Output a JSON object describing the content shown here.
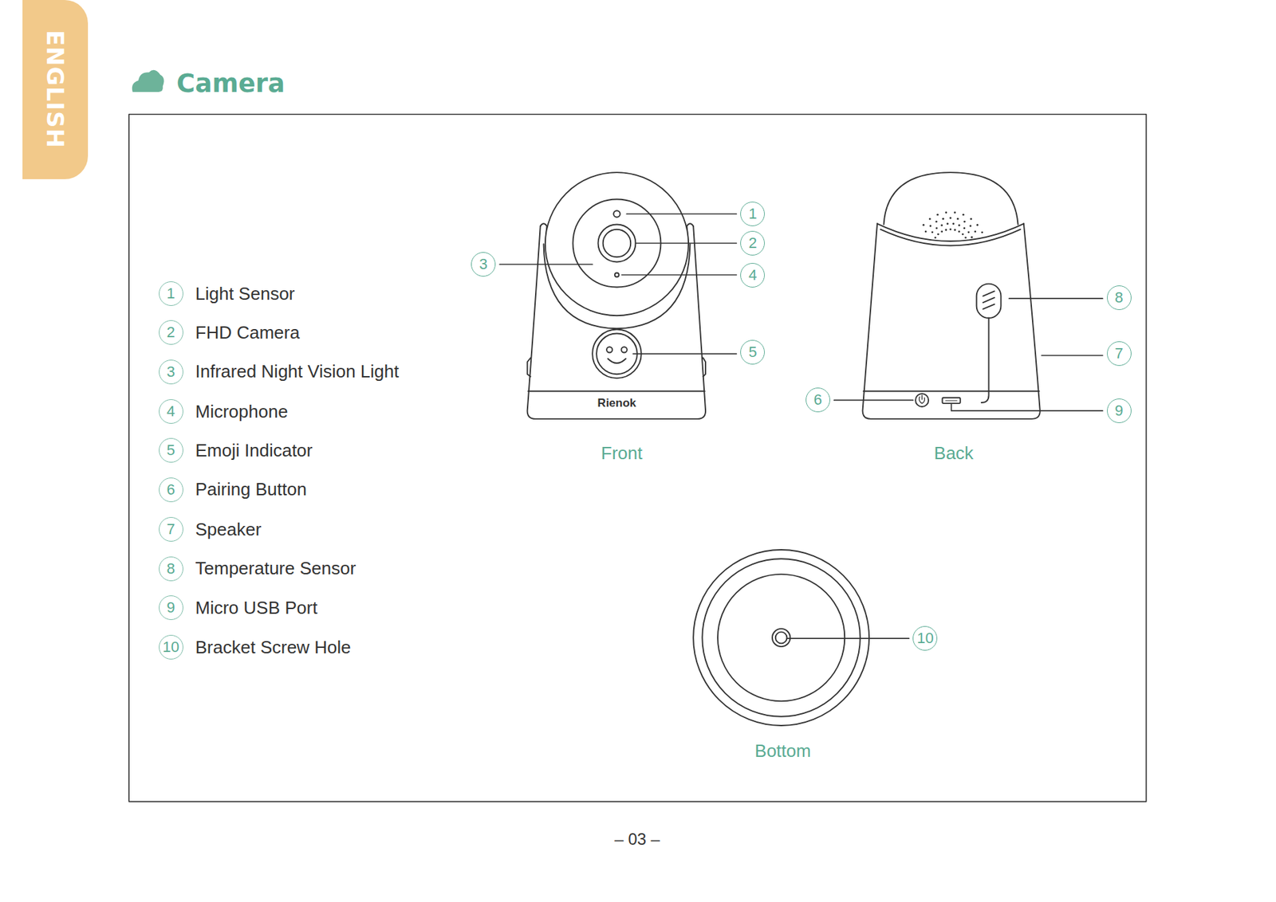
{
  "diagram": {
    "title": "Camera",
    "nodes": [
      {
        "text": [
          "ENGLISH"
        ]
      }
    ],
    "labels": [
      "1",
      "Light Sensor",
      "2",
      "FHD Camera",
      "3",
      "Infrared Night Vision Light",
      "4",
      "Microphone",
      "5",
      "Emoji Indicator",
      "6",
      "Pairing Button",
      "7",
      "Speaker",
      "8",
      "Temperature Sensor",
      "9",
      "Micro USB Port",
      "10",
      "Bracket Screw Hole",
      "1",
      "2",
      "3",
      "4",
      "5",
      "Rienok",
      "Front",
      "6",
      "8",
      "7",
      "9",
      "Back",
      "10",
      "Bottom",
      "– 03 –"
    ]
  }
}
